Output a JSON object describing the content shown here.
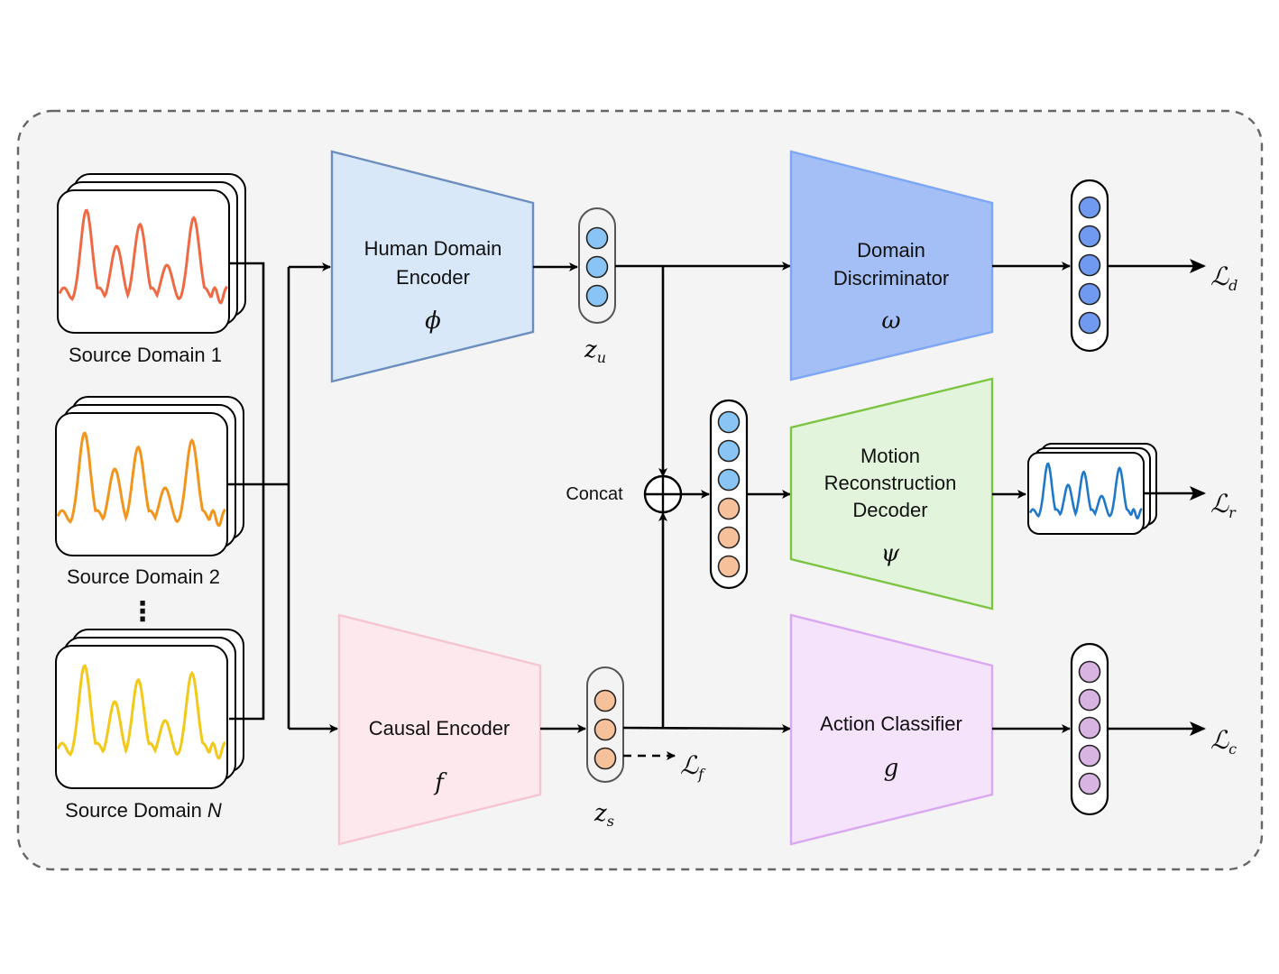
{
  "domains": [
    {
      "label": "Source Domain 1",
      "color": "#ee6a45"
    },
    {
      "label": "Source Domain 2",
      "color": "#f0961e"
    },
    {
      "label_prefix": "Source Domain ",
      "label_var": "N",
      "color": "#f2c81a"
    }
  ],
  "ellipsis": "⋮",
  "encoders": {
    "human": {
      "line1": "Human Domain",
      "line2": "Encoder",
      "symbol": "ϕ",
      "fill": "#d9e8f8",
      "stroke": "#6c8ebf"
    },
    "causal": {
      "line1": "Causal Encoder",
      "symbol": "f",
      "fill": "#fde8ee",
      "stroke": "#f6c5d2"
    }
  },
  "heads": {
    "discriminator": {
      "line1": "Domain",
      "line2": "Discriminator",
      "symbol": "ω",
      "fill": "#a3bff6",
      "stroke": "#7ea6f3"
    },
    "decoder": {
      "line1": "Motion",
      "line2": "Reconstruction",
      "line3": "Decoder",
      "symbol": "ψ",
      "fill": "#e2f5dc",
      "stroke": "#7ec444"
    },
    "classifier": {
      "line1": "Action Classifier",
      "symbol": "g",
      "fill": "#f4e3fa",
      "stroke": "#d9a8ef"
    }
  },
  "latents": {
    "zu": {
      "symbol": "z",
      "sub": "u"
    },
    "zs": {
      "symbol": "z",
      "sub": "s"
    }
  },
  "concat_label": "Concat",
  "losses": {
    "d": {
      "symbol": "ℒ",
      "sub": "d"
    },
    "r": {
      "symbol": "ℒ",
      "sub": "r"
    },
    "c": {
      "symbol": "ℒ",
      "sub": "c"
    },
    "f": {
      "symbol": "ℒ",
      "sub": "f"
    }
  },
  "colors": {
    "human_node": "#8ac4f4",
    "causal_node": "#f6c09a",
    "disc_node": "#6f9af0",
    "cls_node": "#d8b4e2",
    "recon_wave": "#1f78c8",
    "frame_bg": "#f4f4f4",
    "frame_border": "#666666"
  }
}
